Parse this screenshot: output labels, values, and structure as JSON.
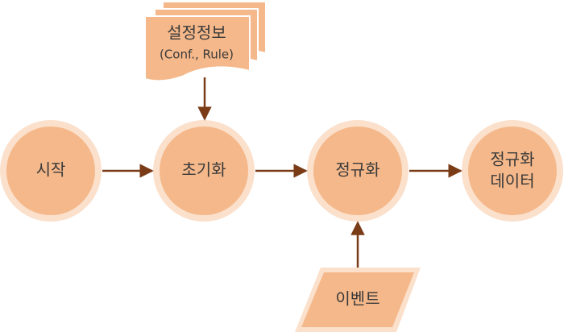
{
  "nodes": {
    "start": {
      "label": "시작"
    },
    "init": {
      "label": "초기화"
    },
    "normalize": {
      "label": "정규화"
    },
    "output": {
      "line1": "정규화",
      "line2": "데이터"
    },
    "config": {
      "line1": "설정정보",
      "line2": "(Conf., Rule)"
    },
    "event": {
      "label": "이벤트"
    }
  },
  "colors": {
    "node_fill": "#f5b88a",
    "node_ring": "#fbe0cc",
    "doc_fill": "#f5b88a",
    "doc_stroke": "#ffffff",
    "arrow": "#7a3b17",
    "text": "#3a3a3a"
  }
}
